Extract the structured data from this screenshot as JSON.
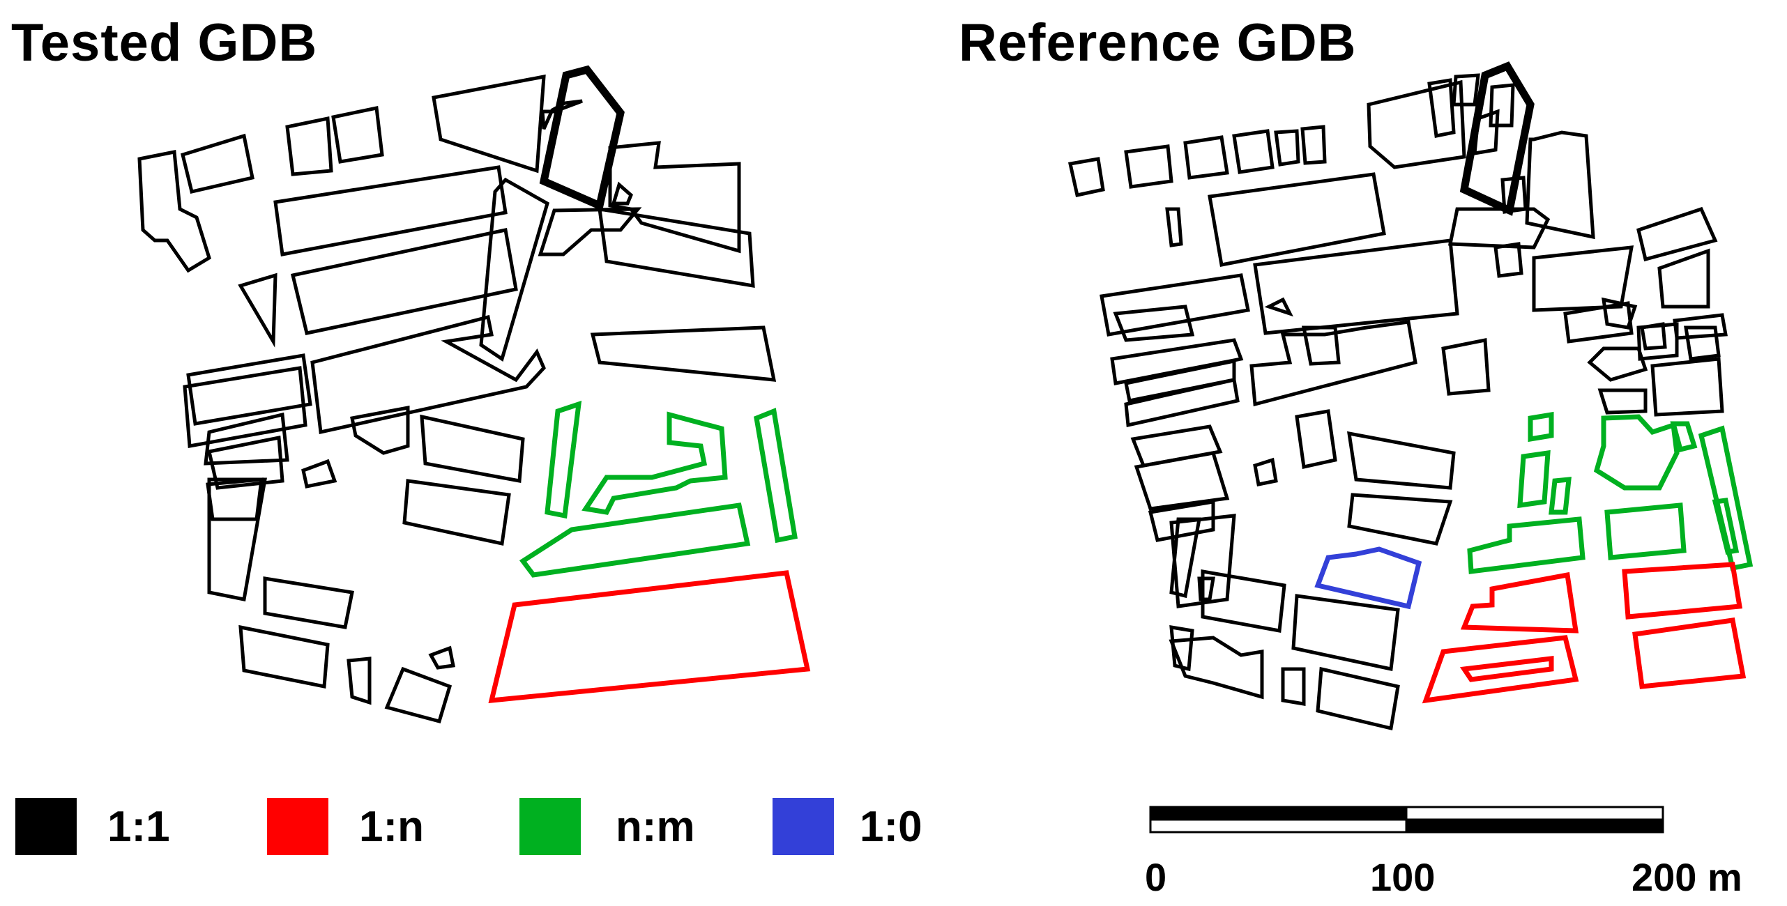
{
  "panels": {
    "tested": {
      "title": "Tested GDB"
    },
    "reference": {
      "title": "Reference GDB"
    }
  },
  "legend": {
    "items": [
      {
        "label": "1:1",
        "color": "#000000"
      },
      {
        "label": "1:n",
        "color": "#ff0000"
      },
      {
        "label": "n:m",
        "color": "#00b020"
      },
      {
        "label": "1:0",
        "color": "#3340d8"
      }
    ]
  },
  "scale_bar": {
    "ticks": [
      "0",
      "100",
      "200 m"
    ]
  }
}
